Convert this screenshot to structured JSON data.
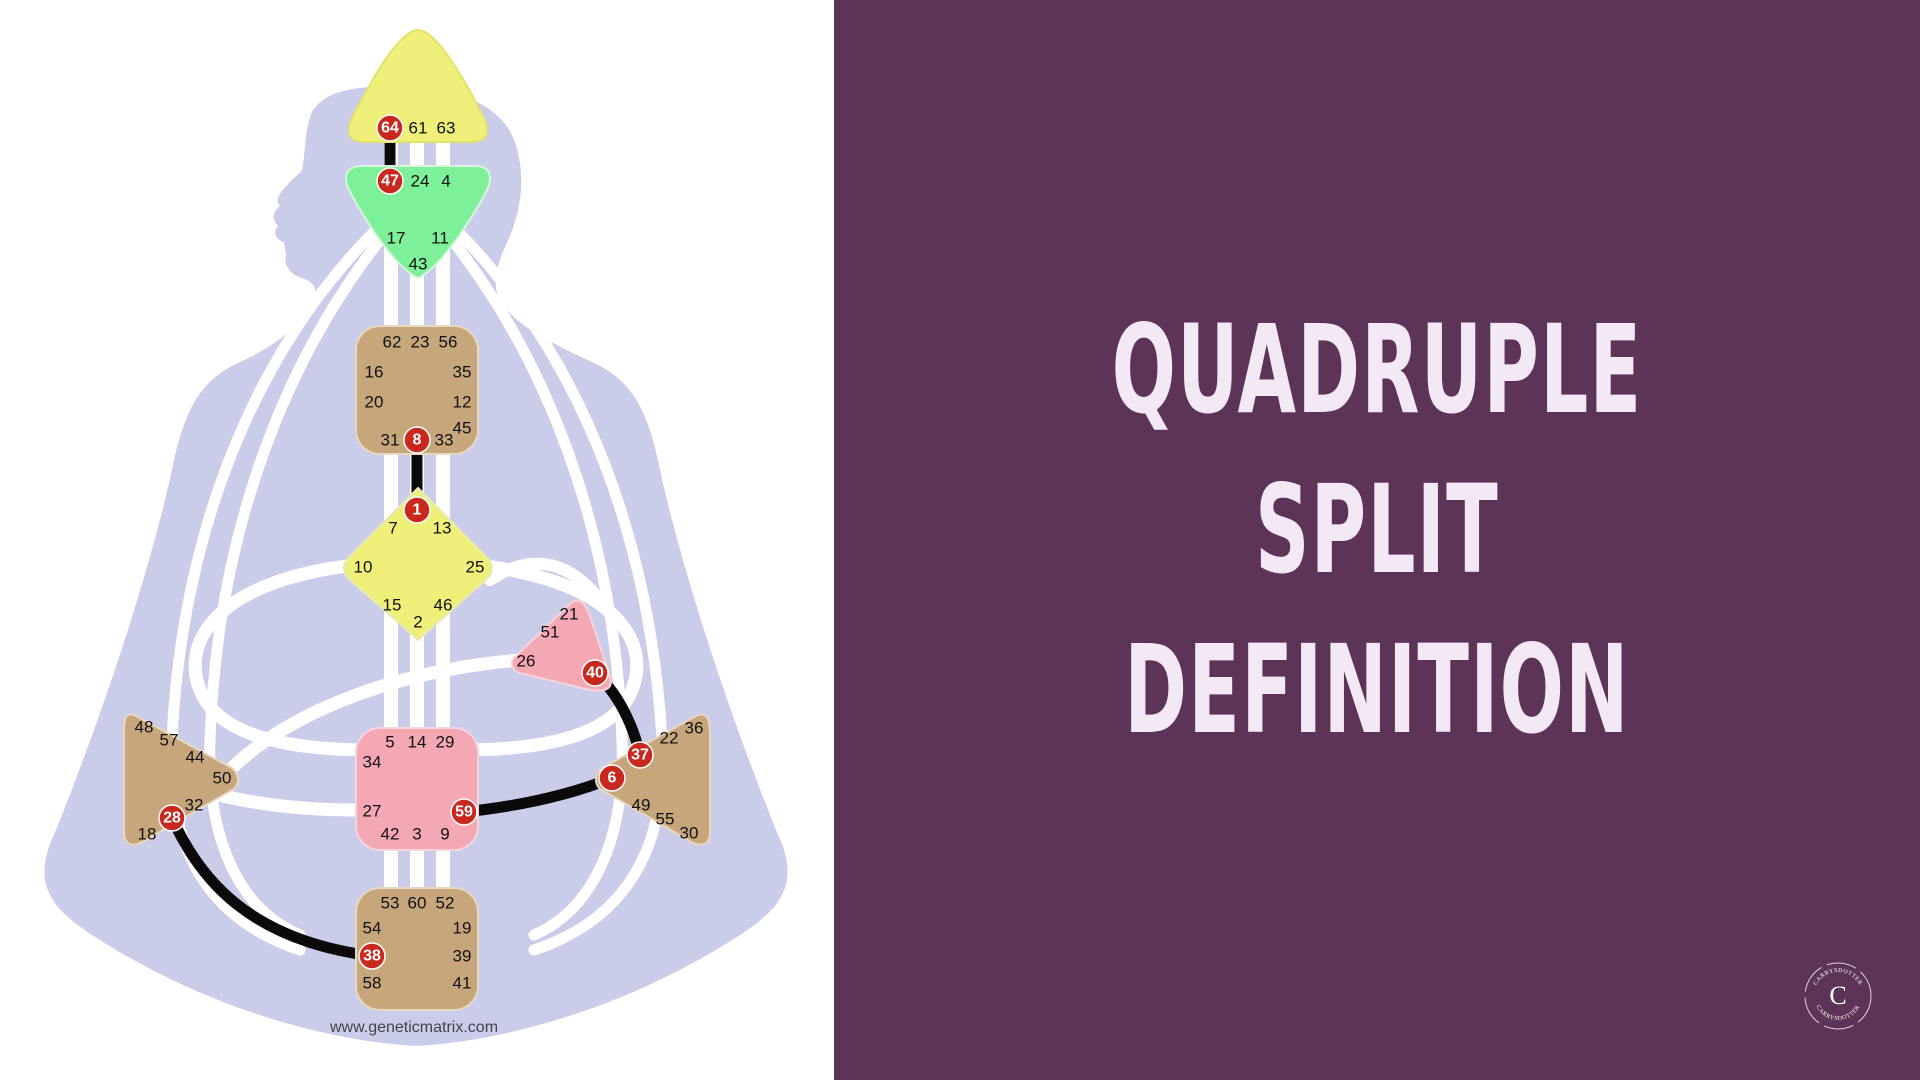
{
  "diagram": {
    "credit": "www.geneticmatrix.com",
    "colors": {
      "silhouette": "#c9cdea",
      "channel": "#ffffff",
      "active_channel": "#0a0a0a",
      "active_gate": "#c8281e"
    },
    "centers": {
      "head": {
        "name": "head",
        "color": "#eef07a",
        "gates": [
          "64",
          "61",
          "63"
        ]
      },
      "ajna": {
        "name": "ajna",
        "color": "#7ef09a",
        "gates": [
          "47",
          "24",
          "4",
          "17",
          "11",
          "43"
        ]
      },
      "throat": {
        "name": "throat",
        "color": "#c8a67c",
        "gates": [
          "62",
          "23",
          "56",
          "16",
          "35",
          "20",
          "12",
          "31",
          "8",
          "33",
          "45"
        ]
      },
      "g": {
        "name": "g",
        "color": "#eef07a",
        "gates": [
          "1",
          "7",
          "13",
          "10",
          "25",
          "15",
          "2",
          "46"
        ]
      },
      "ego": {
        "name": "ego",
        "color": "#f4a8b4",
        "gates": [
          "21",
          "51",
          "26",
          "40"
        ]
      },
      "spleen": {
        "name": "spleen",
        "color": "#c8a67c",
        "gates": [
          "48",
          "57",
          "44",
          "50",
          "32",
          "18",
          "28"
        ]
      },
      "sacral": {
        "name": "sacral",
        "color": "#f4a8b4",
        "gates": [
          "5",
          "14",
          "29",
          "34",
          "27",
          "59",
          "42",
          "3",
          "9"
        ]
      },
      "solar_plexus": {
        "name": "solar-plexus",
        "color": "#c8a67c",
        "gates": [
          "22",
          "36",
          "37",
          "6",
          "49",
          "55",
          "30"
        ]
      },
      "root": {
        "name": "root",
        "color": "#c8a67c",
        "gates": [
          "53",
          "60",
          "52",
          "54",
          "19",
          "38",
          "39",
          "58",
          "41"
        ]
      }
    },
    "active_gates": [
      "64",
      "47",
      "8",
      "1",
      "40",
      "37",
      "6",
      "59",
      "28",
      "38"
    ],
    "active_channels": [
      "64-47",
      "8-1",
      "40-37",
      "6-59",
      "28-38"
    ]
  },
  "title": {
    "lines": [
      "QUADRUPLE",
      "SPLIT",
      "DEFINITION"
    ]
  },
  "logo": {
    "letter": "C",
    "text": "CARRYSDOTTER"
  }
}
